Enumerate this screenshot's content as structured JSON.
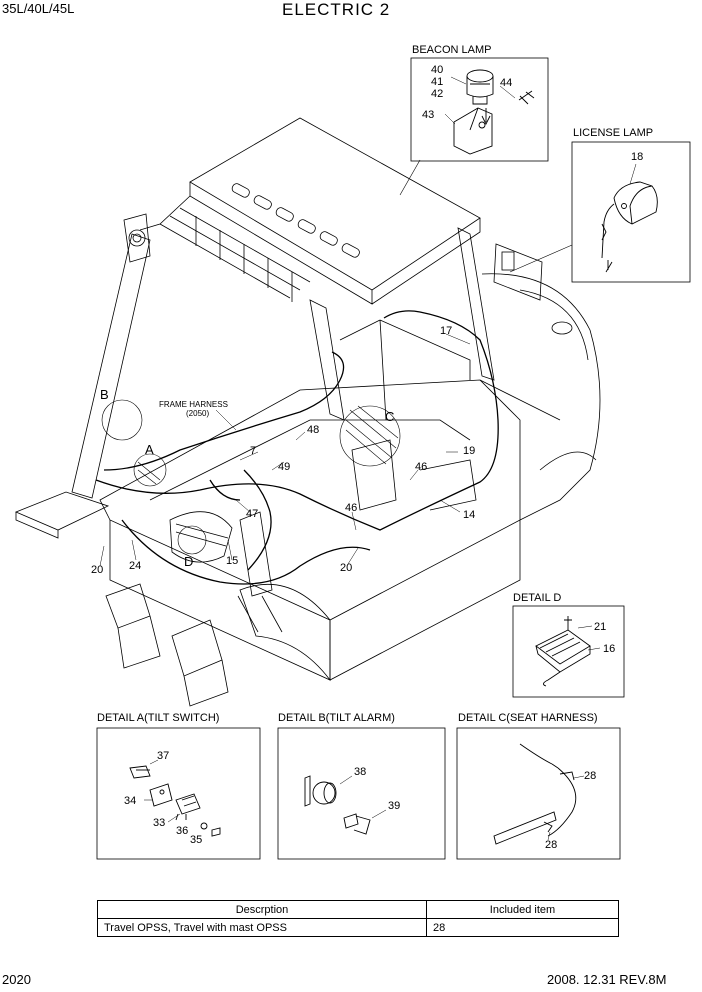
{
  "header": {
    "model": "35L/40L/45L",
    "title": "ELECTRIC 2"
  },
  "footer": {
    "page_number": "2020",
    "revision": "2008. 12.31  REV.8M"
  },
  "detail_boxes": {
    "beacon_lamp": {
      "title": "BEACON LAMP",
      "parts": [
        "40",
        "41",
        "42",
        "43",
        "44"
      ]
    },
    "license_lamp": {
      "title": "LICENSE LAMP",
      "parts": [
        "18"
      ]
    },
    "detail_d": {
      "title": "DETAIL D",
      "parts": [
        "21",
        "16"
      ]
    },
    "detail_a": {
      "title": "DETAIL A(TILT SWITCH)",
      "parts": [
        "37",
        "34",
        "33",
        "36",
        "35"
      ]
    },
    "detail_b": {
      "title": "DETAIL B(TILT ALARM)",
      "parts": [
        "38",
        "39"
      ]
    },
    "detail_c": {
      "title": "DETAIL C(SEAT HARNESS)",
      "parts": [
        "28",
        "28"
      ]
    }
  },
  "main_view": {
    "callouts": [
      "17",
      "B",
      "C",
      "A",
      "7",
      "48",
      "49",
      "19",
      "46",
      "47",
      "46",
      "14",
      "20",
      "24",
      "D",
      "15",
      "20"
    ],
    "frame_harness": {
      "label": "FRAME HARNESS",
      "code": "(2050)"
    }
  },
  "parts_table": {
    "headers": [
      "Descrption",
      "Included item"
    ],
    "rows": [
      {
        "description": "Travel OPSS, Travel with mast OPSS",
        "included": "28"
      }
    ]
  }
}
